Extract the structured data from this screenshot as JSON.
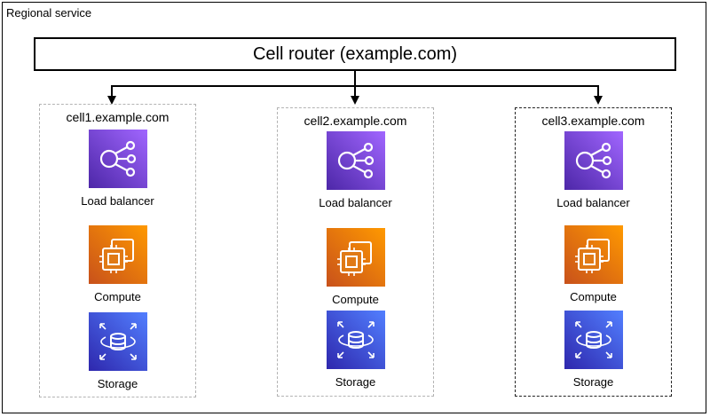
{
  "region_label": "Regional service",
  "router_label": "Cell router (example.com)",
  "cells": [
    {
      "title": "cell1.example.com",
      "services": [
        {
          "icon": "load-balancer-icon",
          "label": "Load balancer"
        },
        {
          "icon": "compute-icon",
          "label": "Compute"
        },
        {
          "icon": "storage-icon",
          "label": "Storage"
        }
      ]
    },
    {
      "title": "cell2.example.com",
      "services": [
        {
          "icon": "load-balancer-icon",
          "label": "Load balancer"
        },
        {
          "icon": "compute-icon",
          "label": "Compute"
        },
        {
          "icon": "storage-icon",
          "label": "Storage"
        }
      ]
    },
    {
      "title": "cell3.example.com",
      "services": [
        {
          "icon": "load-balancer-icon",
          "label": "Load balancer"
        },
        {
          "icon": "compute-icon",
          "label": "Compute"
        },
        {
          "icon": "storage-icon",
          "label": "Storage"
        }
      ]
    }
  ],
  "colors": {
    "load_balancer": "#8c4fff",
    "compute": "#ed7100",
    "storage": "#3f48cc"
  }
}
